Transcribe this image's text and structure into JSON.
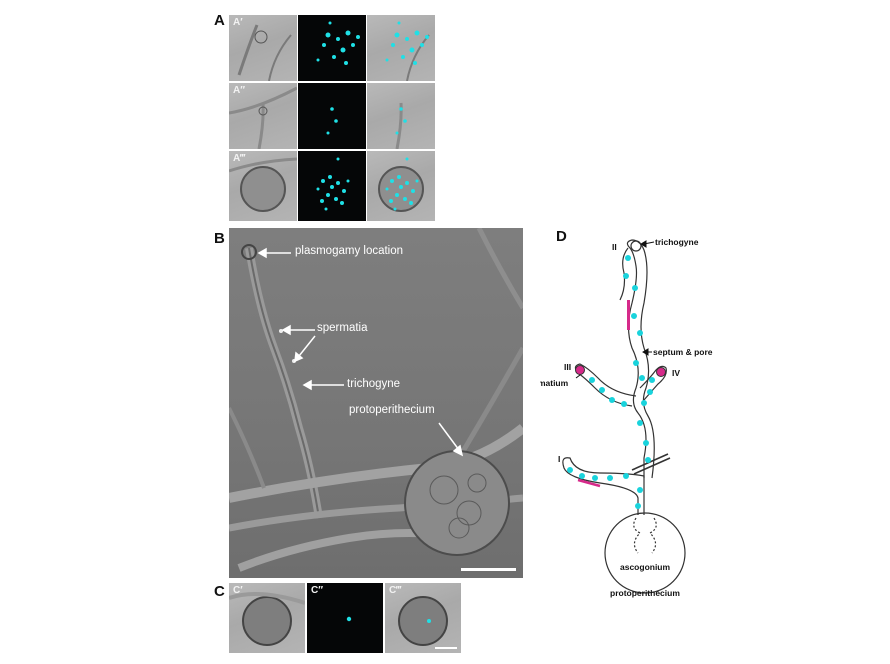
{
  "panels": {
    "A": {
      "label": "A",
      "rows": [
        {
          "label": "A′"
        },
        {
          "label": "A″"
        },
        {
          "label": "A‴"
        }
      ]
    },
    "B": {
      "label": "B",
      "annotations": {
        "plasmogamy": "plasmogamy location",
        "spermatia": "spermatia",
        "trichogyne": "trichogyne",
        "protoperithecium": "protoperithecium"
      }
    },
    "C": {
      "label": "C",
      "sub": [
        "C′",
        "C″",
        "C‴"
      ]
    },
    "D": {
      "label": "D",
      "labels": {
        "trichogyne": "trichogyne",
        "septum": "septum & pore",
        "spermatium": "spermatium",
        "ascogonium": "ascogonium",
        "protoperithecium": "protoperithecium",
        "roman": [
          "I",
          "II",
          "III",
          "IV"
        ]
      }
    }
  },
  "colors": {
    "nucleus": "#19d3dc",
    "fluor": "#1fe0e6",
    "magenta": "#d62a8a"
  }
}
